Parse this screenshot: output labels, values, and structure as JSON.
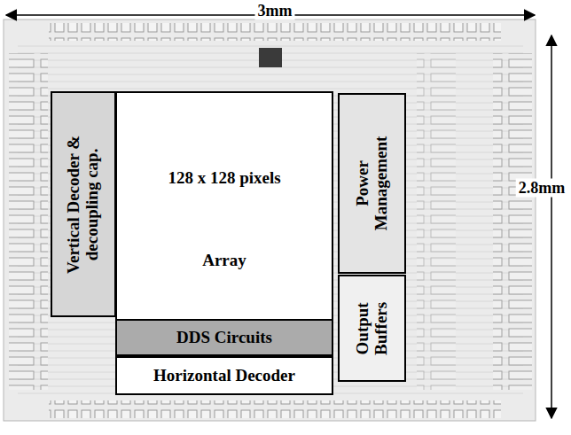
{
  "diagram": {
    "nodes": [
      {
        "text": [
          "Vertical Decoder & decoupling cap."
        ]
      },
      {
        "text": [
          "128 x 128 pixels",
          "Array"
        ]
      },
      {
        "text": [
          "DDS Circuits"
        ]
      },
      {
        "text": [
          "Horizontal Decoder"
        ]
      },
      {
        "text": [
          "Power Management"
        ]
      },
      {
        "text": [
          "Output Buffers"
        ]
      }
    ],
    "labels": [
      "3mm",
      "2.8mm"
    ]
  }
}
